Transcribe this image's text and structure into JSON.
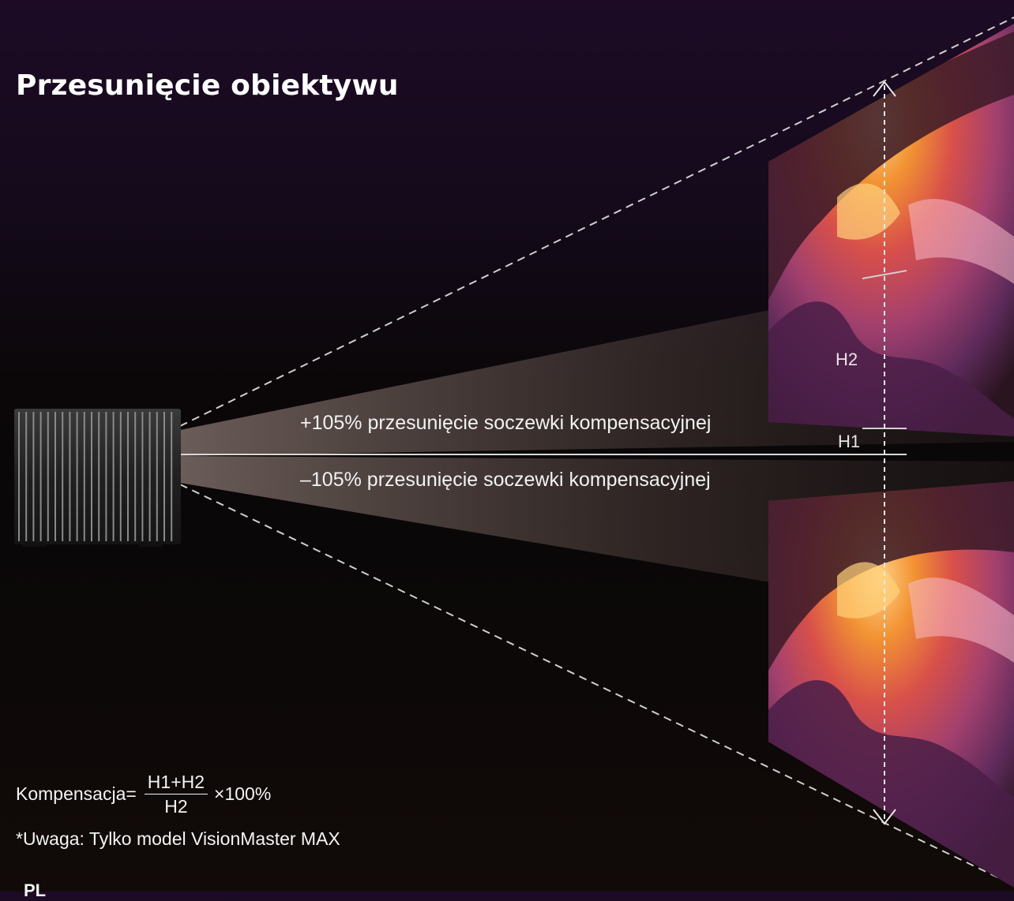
{
  "title": "Przesunięcie obiektywu",
  "shift_up_label": "+105% przesunięcie soczewki kompensacyjnej",
  "shift_down_label": "–105% przesunięcie soczewki kompensacyjnej",
  "h1_label": "H1",
  "h2_label": "H2",
  "formula": {
    "prefix": "Kompensacja=",
    "numerator": "H1+H2",
    "denominator": "H2",
    "suffix": "×100%"
  },
  "note": "*Uwaga: Tylko model VisionMaster MAX",
  "language_tag": "PL",
  "colors": {
    "background_top": "#1d0b25",
    "background_bottom": "#110a08",
    "dashed_line": "#cfcfcf",
    "image_orange": "#f08a2c",
    "image_purple": "#6a2e6e"
  }
}
